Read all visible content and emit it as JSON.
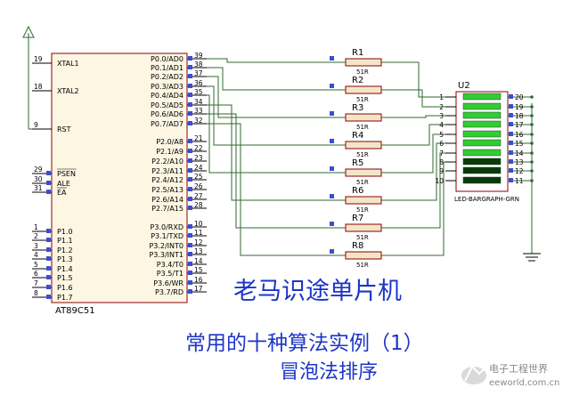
{
  "mcu": {
    "ref": "AT89C51",
    "left_pins": [
      {
        "num": "19",
        "name": "XTAL1"
      },
      {
        "num": "18",
        "name": "XTAL2"
      },
      {
        "num": "9",
        "name": "RST"
      },
      {
        "num": "29",
        "name": "PSEN"
      },
      {
        "num": "30",
        "name": "ALE"
      },
      {
        "num": "31",
        "name": "EA"
      },
      {
        "num": "1",
        "name": "P1.0"
      },
      {
        "num": "2",
        "name": "P1.1"
      },
      {
        "num": "3",
        "name": "P1.2"
      },
      {
        "num": "4",
        "name": "P1.3"
      },
      {
        "num": "5",
        "name": "P1.4"
      },
      {
        "num": "6",
        "name": "P1.5"
      },
      {
        "num": "7",
        "name": "P1.6"
      },
      {
        "num": "8",
        "name": "P1.7"
      }
    ],
    "right_pins": [
      {
        "num": "39",
        "name": "P0.0/AD0"
      },
      {
        "num": "38",
        "name": "P0.1/AD1"
      },
      {
        "num": "37",
        "name": "P0.2/AD2"
      },
      {
        "num": "36",
        "name": "P0.3/AD3"
      },
      {
        "num": "35",
        "name": "P0.4/AD4"
      },
      {
        "num": "34",
        "name": "P0.5/AD5"
      },
      {
        "num": "33",
        "name": "P0.6/AD6"
      },
      {
        "num": "32",
        "name": "P0.7/AD7"
      },
      {
        "num": "21",
        "name": "P2.0/A8"
      },
      {
        "num": "22",
        "name": "P2.1/A9"
      },
      {
        "num": "23",
        "name": "P2.2/A10"
      },
      {
        "num": "24",
        "name": "P2.3/A11"
      },
      {
        "num": "25",
        "name": "P2.4/A12"
      },
      {
        "num": "26",
        "name": "P2.5/A13"
      },
      {
        "num": "27",
        "name": "P2.6/A14"
      },
      {
        "num": "28",
        "name": "P2.7/A15"
      },
      {
        "num": "10",
        "name": "P3.0/RXD"
      },
      {
        "num": "11",
        "name": "P3.1/TXD"
      },
      {
        "num": "12",
        "name": "P3.2/INT0"
      },
      {
        "num": "13",
        "name": "P3.3/INT1"
      },
      {
        "num": "14",
        "name": "P3.4/T0"
      },
      {
        "num": "15",
        "name": "P3.5/T1"
      },
      {
        "num": "16",
        "name": "P3.6/WR"
      },
      {
        "num": "17",
        "name": "P3.7/RD"
      }
    ]
  },
  "resistors": [
    {
      "ref": "R1",
      "value": "51R"
    },
    {
      "ref": "R2",
      "value": "51R"
    },
    {
      "ref": "R3",
      "value": "51R"
    },
    {
      "ref": "R4",
      "value": "51R"
    },
    {
      "ref": "R5",
      "value": "51R"
    },
    {
      "ref": "R6",
      "value": "51R"
    },
    {
      "ref": "R7",
      "value": "51R"
    },
    {
      "ref": "R8",
      "value": "51R"
    }
  ],
  "bargraph": {
    "ref": "U2",
    "part": "LED-BARGRAPH-GRN",
    "left_pins": [
      "1",
      "2",
      "3",
      "4",
      "5",
      "6",
      "7",
      "8",
      "9",
      "10"
    ],
    "right_pins": [
      "20",
      "19",
      "18",
      "17",
      "16",
      "15",
      "14",
      "13",
      "12",
      "11"
    ],
    "segment_lit": [
      1,
      1,
      1,
      1,
      1,
      1,
      1,
      0,
      0,
      0
    ],
    "lit_color": "#33cc33",
    "dark_color": "#0a3a0a"
  },
  "title": {
    "line1": "老马识途单片机",
    "line2": "常用的十种算法实例（1）",
    "line3": "冒泡法排序"
  },
  "watermark": {
    "line1": "电子工程世界",
    "line2": "eeworld.com.cn"
  },
  "colors": {
    "title_blue": "#1c35c8",
    "wire_green": "#2f6a2f",
    "body_red": "#8b0000",
    "pin_blue": "#3a4fd0"
  }
}
